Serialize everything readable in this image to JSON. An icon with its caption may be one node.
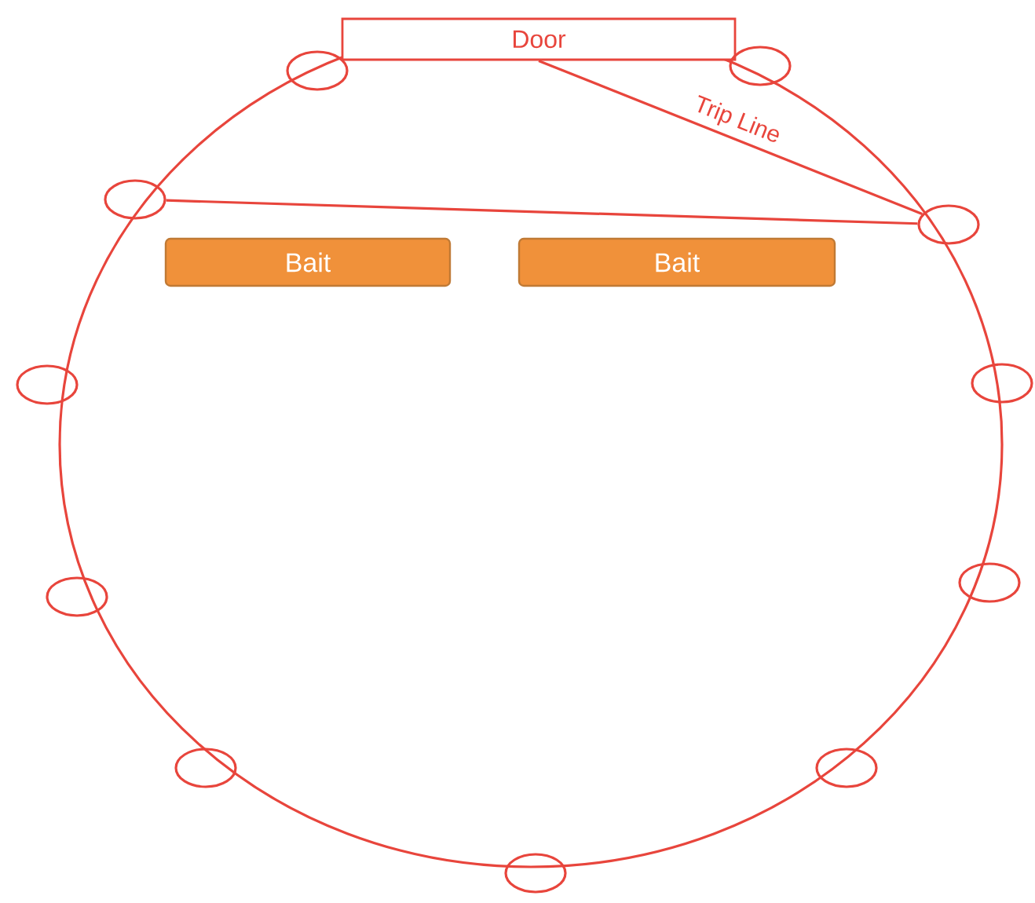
{
  "diagram": {
    "nodes": [
      {
        "text": [
          "Door"
        ]
      },
      {
        "text": [],
        "shape": "ellipse"
      },
      {
        "text": [],
        "shape": "ellipse"
      },
      {
        "text": [],
        "shape": "ellipse"
      },
      {
        "text": [],
        "shape": "ellipse"
      },
      {
        "text": [
          "Bait"
        ]
      },
      {
        "text": [
          "Bait"
        ]
      },
      {
        "text": [],
        "shape": "ellipse"
      },
      {
        "text": [],
        "shape": "ellipse"
      },
      {
        "text": [],
        "shape": "ellipse"
      },
      {
        "text": [],
        "shape": "ellipse"
      },
      {
        "text": [],
        "shape": "ellipse"
      },
      {
        "text": [],
        "shape": "ellipse"
      },
      {
        "text": [],
        "shape": "ellipse"
      }
    ],
    "edges": [
      {
        "from": 0,
        "to": 4,
        "arrow": "none",
        "label": "Trip Line"
      },
      {
        "from": 4,
        "to": 3,
        "arrow": "none"
      }
    ]
  }
}
